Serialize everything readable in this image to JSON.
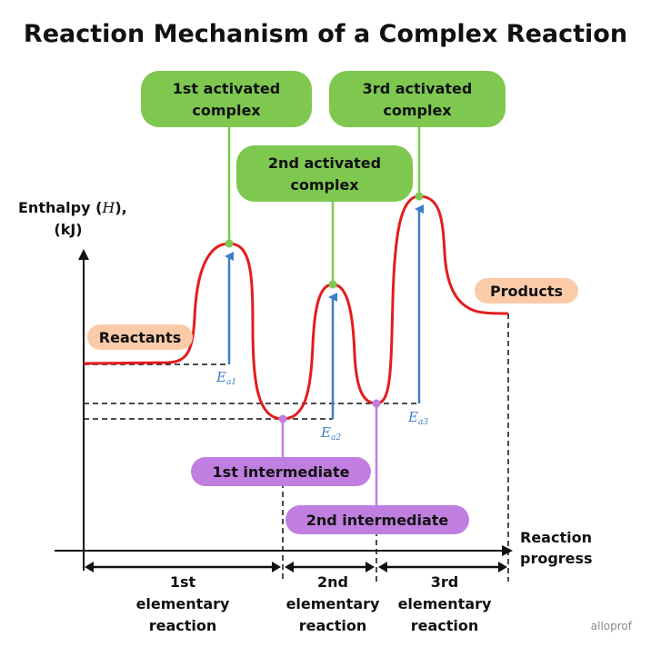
{
  "title": "Reaction Mechanism of a Complex Reaction",
  "y_axis_label_line1_prefix": "Enthalpy (",
  "y_axis_label_symbol": "H",
  "y_axis_label_line1_suffix": "),",
  "y_axis_label_line2": "(kJ)",
  "x_axis_label_line1": "Reaction",
  "x_axis_label_line2": "progress",
  "labels": {
    "ac1_line1": "1st activated",
    "ac1_line2": "complex",
    "ac2_line1": "2nd activated",
    "ac2_line2": "complex",
    "ac3_line1": "3rd activated",
    "ac3_line2": "complex",
    "reactants": "Reactants",
    "products": "Products",
    "int1": "1st intermediate",
    "int2": "2nd intermediate"
  },
  "ea": {
    "e": "E",
    "ea1_sub": "a1",
    "ea2_sub": "a2",
    "ea3_sub": "a3"
  },
  "steps": {
    "s1_line1": "1st",
    "s1_line2": "elementary",
    "s1_line3": "reaction",
    "s2_line1": "2nd",
    "s2_line2": "elementary",
    "s2_line3": "reaction",
    "s3_line1": "3rd",
    "s3_line2": "elementary",
    "s3_line3": "reaction"
  },
  "brand": "alloprof",
  "colors": {
    "curve": "#e21d1d",
    "activated_box": "#7ec850",
    "intermediate_box": "#c07fe0",
    "label_box": "#fbcba9",
    "arrow": "#3d7ec9"
  }
}
